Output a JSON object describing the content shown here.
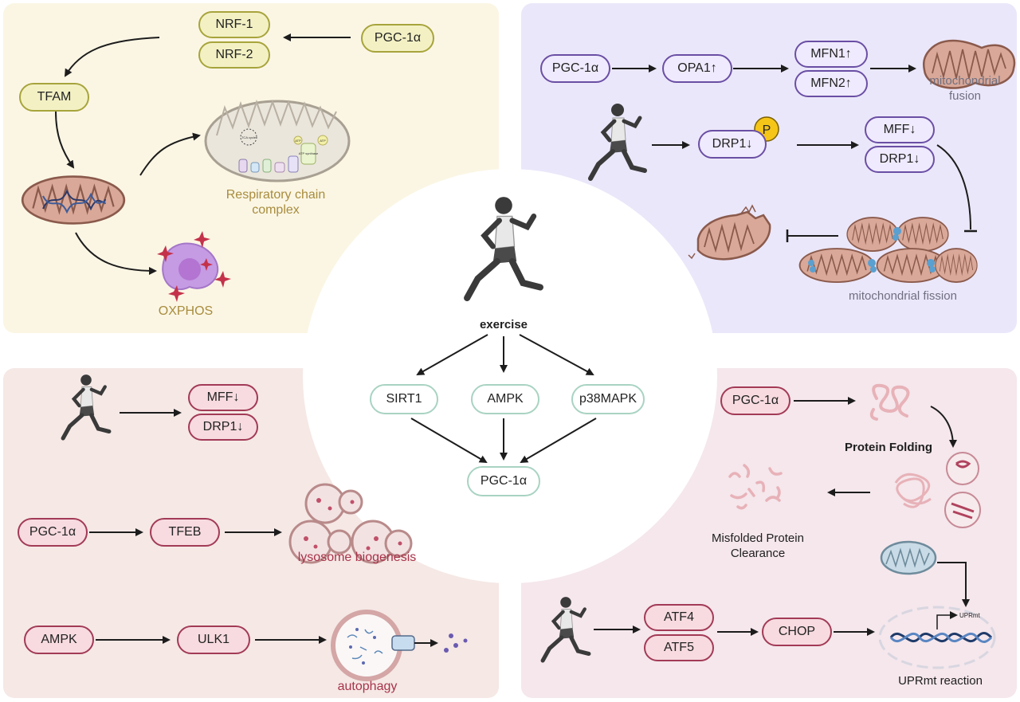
{
  "top_left": {
    "nrf1": "NRF-1",
    "nrf2": "NRF-2",
    "pgc1a": "PGC-1α",
    "tfam": "TFAM",
    "respiratory_chain": "Respiratory chain complex",
    "oxphos": "OXPHOS",
    "mini": {
      "tca": "TCA cycle",
      "atp": "ATP",
      "atp_synthase": "ATP synthase"
    }
  },
  "top_right": {
    "pgc1a": "PGC-1α",
    "opa1": "OPA1↑",
    "mfn1": "MFN1↑",
    "mfn2": "MFN2↑",
    "fusion": "mitochondrial fusion",
    "drp1_p": "DRP1↓",
    "phospho": "P",
    "mff": "MFF↓",
    "drp1": "DRP1↓",
    "fission": "mitochondrial fission"
  },
  "center": {
    "exercise": "exercise",
    "sirt1": "SIRT1",
    "ampk": "AMPK",
    "p38mapk": "p38MAPK",
    "pgc1a": "PGC-1α"
  },
  "bottom_left": {
    "mff": "MFF↓",
    "drp1": "DRP1↓",
    "pgc1a": "PGC-1α",
    "tfeb": "TFEB",
    "lysosome": "lysosome biogenesis",
    "ampk": "AMPK",
    "ulk1": "ULK1",
    "autophagy": "autophagy"
  },
  "bottom_right": {
    "pgc1a": "PGC-1α",
    "protein_folding": "Protein Folding",
    "misfolded": "Misfolded Protein Clearance",
    "atf4": "ATF4",
    "atf5": "ATF5",
    "chop": "CHOP",
    "uprmt_small": "UPRmt",
    "uprmt": "UPRmt reaction"
  },
  "colors": {
    "yellow_panel": "#fbf6e4",
    "violet_panel": "#ebe7fa",
    "rose_panel": "#f5e8e5",
    "pink_panel": "#f5e7ec",
    "mito_fill": "#d9a898",
    "mito_edge": "#8a5a4c"
  },
  "icons": [
    "runner-icon",
    "mitochondrion-icon",
    "dna-icon",
    "lysosome-icon",
    "protein-icon"
  ]
}
